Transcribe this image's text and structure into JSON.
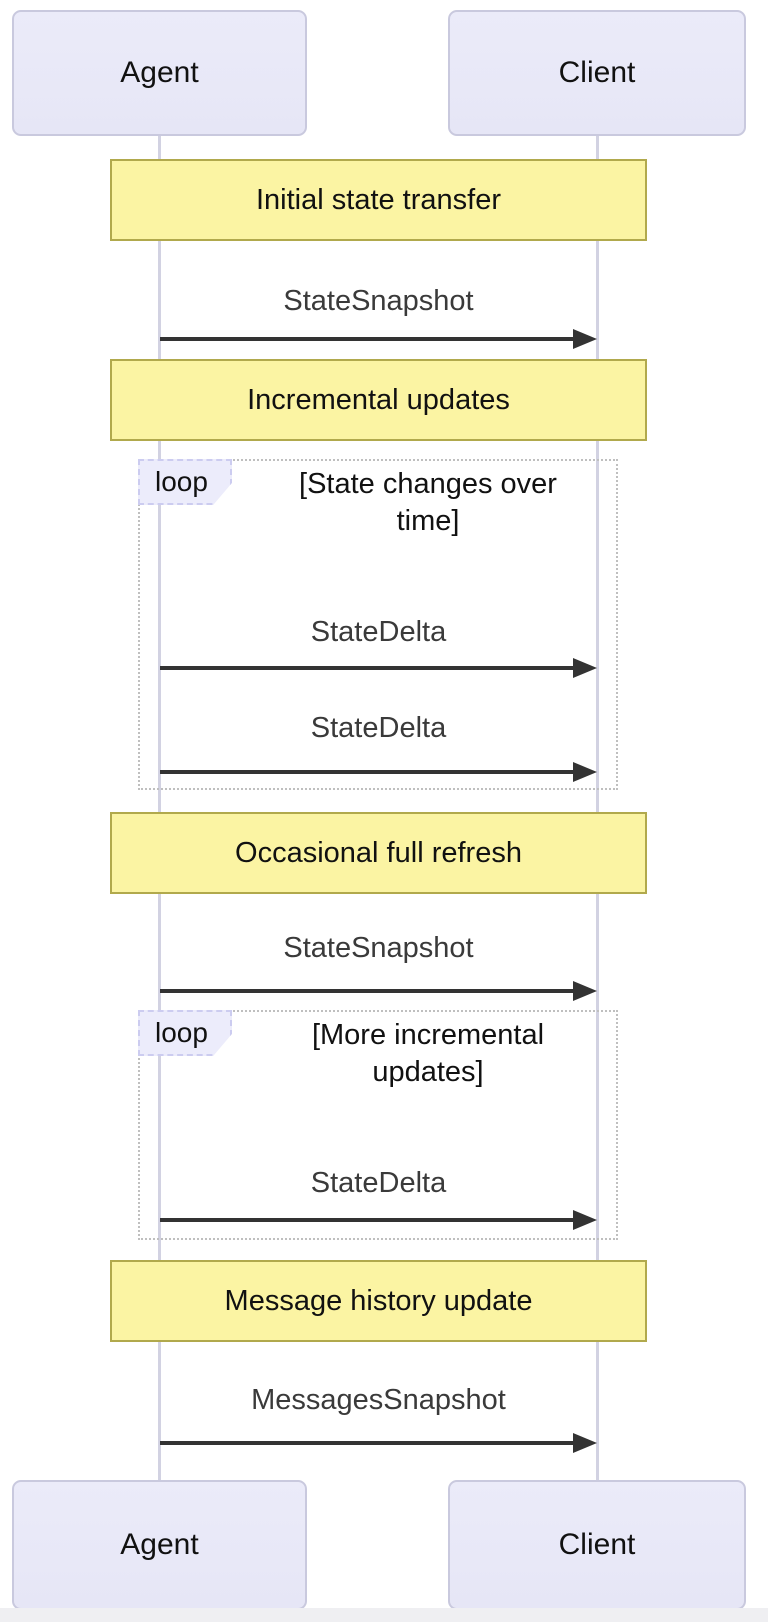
{
  "diagram_type": "sequence-diagram",
  "actors": {
    "left": "Agent",
    "right": "Client"
  },
  "notes": [
    "Initial state transfer",
    "Incremental updates",
    "Occasional full refresh",
    "Message history update"
  ],
  "loops": [
    {
      "label": "loop",
      "condition": "[State changes over\ntime]"
    },
    {
      "label": "loop",
      "condition": "[More incremental\nupdates]"
    }
  ],
  "messages": [
    {
      "label": "StateSnapshot",
      "from": "Agent",
      "to": "Client"
    },
    {
      "label": "StateDelta",
      "from": "Agent",
      "to": "Client"
    },
    {
      "label": "StateDelta",
      "from": "Agent",
      "to": "Client"
    },
    {
      "label": "StateSnapshot",
      "from": "Agent",
      "to": "Client"
    },
    {
      "label": "StateDelta",
      "from": "Agent",
      "to": "Client"
    },
    {
      "label": "MessagesSnapshot",
      "from": "Agent",
      "to": "Client"
    }
  ],
  "colors": {
    "actorFill": "#e9e9f8",
    "actorBorder": "#c9c9de",
    "noteFill": "#fbf4a3",
    "noteBorder": "#b1a94c",
    "loopBorder": "#bfbfbf",
    "tagFill": "#ececfb",
    "tagBorder": "#ccccf0",
    "lifeline": "#d2d2e2",
    "arrow": "#333333",
    "msgText": "#3a3a3a",
    "text": "#111111",
    "pageStrip": "#efeff2",
    "canvas": "#ffffff"
  }
}
